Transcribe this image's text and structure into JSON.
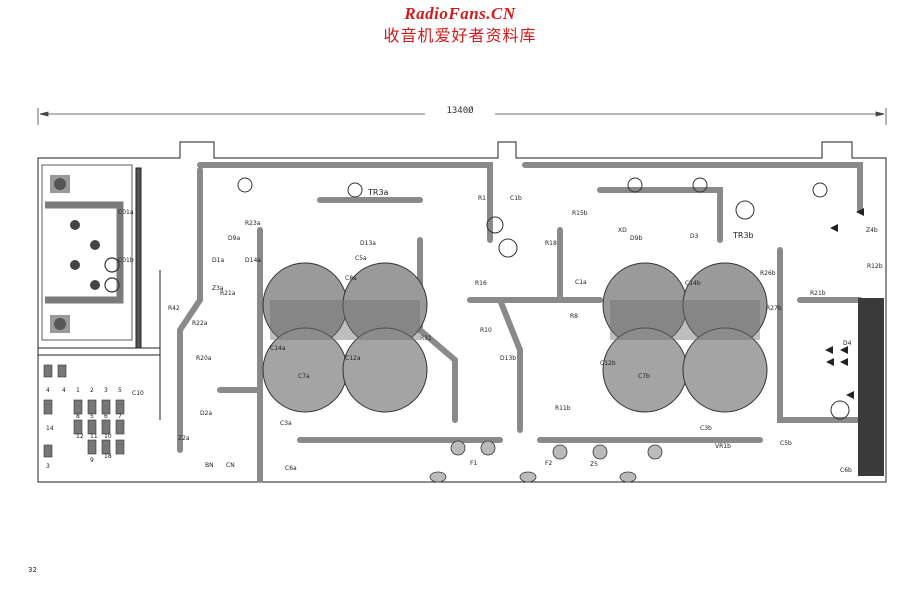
{
  "watermark": {
    "site": "RadioFans.CN",
    "cn": "收音机爱好者资料库"
  },
  "page_number": "32",
  "dimension": "1340Ø",
  "component_labels": [
    "C01a",
    "C01b",
    "C1a",
    "C1b",
    "C10",
    "C3a",
    "C3b",
    "C5a",
    "C5b",
    "C6a",
    "C6b",
    "C7a",
    "C7b",
    "C8a",
    "C12a",
    "C12b",
    "C14a",
    "C14b",
    "D1a",
    "D2a",
    "D3",
    "D4",
    "D9a",
    "D9b",
    "D13a",
    "D13b",
    "D14a",
    "R1",
    "R10",
    "R11b",
    "R12b",
    "R15b",
    "R16",
    "R18",
    "R20a",
    "R21a",
    "R21b",
    "R22a",
    "R23a",
    "R26b",
    "R27b",
    "R31",
    "R42",
    "R8",
    "TR3a",
    "TR3b",
    "VR1b",
    "Z2a",
    "Z3a",
    "Z4b",
    "Z5",
    "CN",
    "F1",
    "F2",
    "BN",
    "18",
    "XD"
  ],
  "connector_pins": [
    "4",
    "1",
    "2",
    "3",
    "8",
    "5",
    "6",
    "7",
    "12",
    "11",
    "10",
    "9",
    "14",
    "3",
    "4",
    "5"
  ]
}
